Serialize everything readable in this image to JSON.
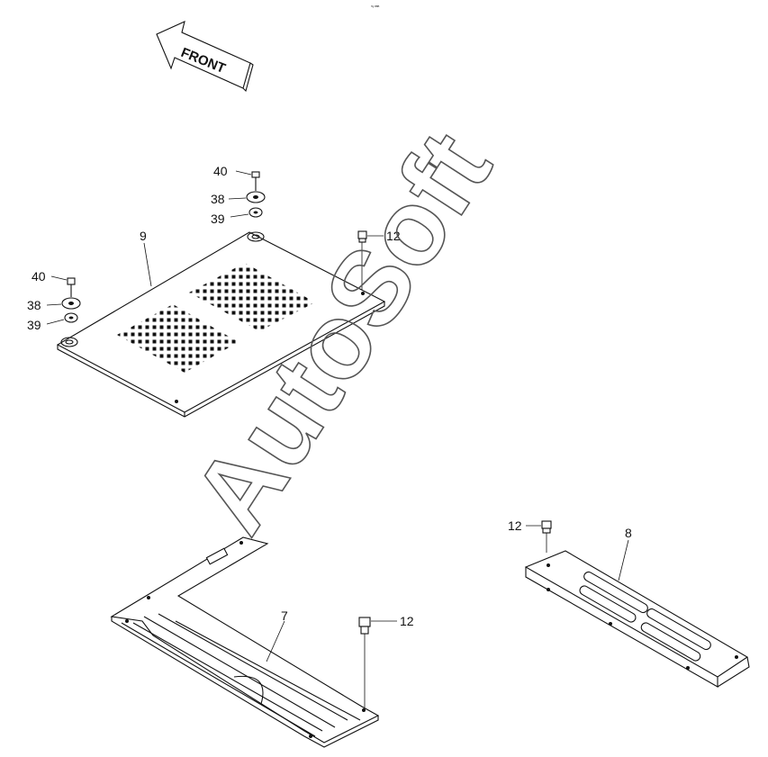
{
  "header": {
    "tiny_mark": "ᴴᵍ ᴮᴮᴮ"
  },
  "direction": {
    "label": "FRONT"
  },
  "callouts": {
    "c40_top": "40",
    "c38_top": "38",
    "c39_top": "39",
    "c40_left": "40",
    "c38_left": "38",
    "c39_left": "39",
    "c9": "9",
    "c12_top": "12",
    "c12_mid": "12",
    "c12_bottom": "12",
    "c7": "7",
    "c8": "8"
  },
  "watermark": {
    "text": "AutoSoft"
  }
}
